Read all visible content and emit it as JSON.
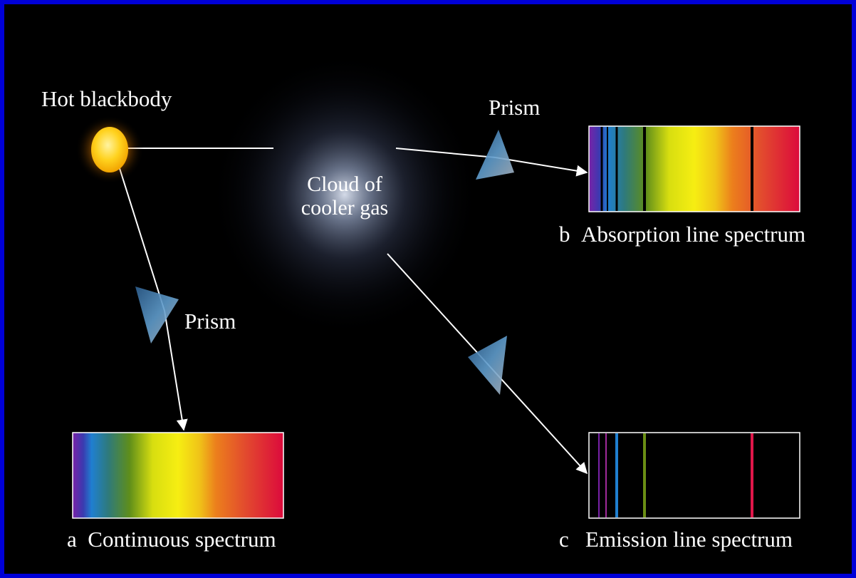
{
  "labels": {
    "hot_blackbody": "Hot blackbody",
    "cloud_line1": "Cloud of",
    "cloud_line2": "cooler gas",
    "prism_top": "Prism",
    "prism_left": "Prism"
  },
  "spectra": {
    "continuous": {
      "letter": "a",
      "caption": "Continuous spectrum"
    },
    "absorption": {
      "letter": "b",
      "caption": "Absorption line spectrum"
    },
    "emission": {
      "letter": "c",
      "caption": "Emission line spectrum"
    }
  },
  "colors": {
    "frame": "#0000d8",
    "background": "#000000",
    "blackbody": "#ffd21e",
    "prism": "#4a86b8"
  }
}
